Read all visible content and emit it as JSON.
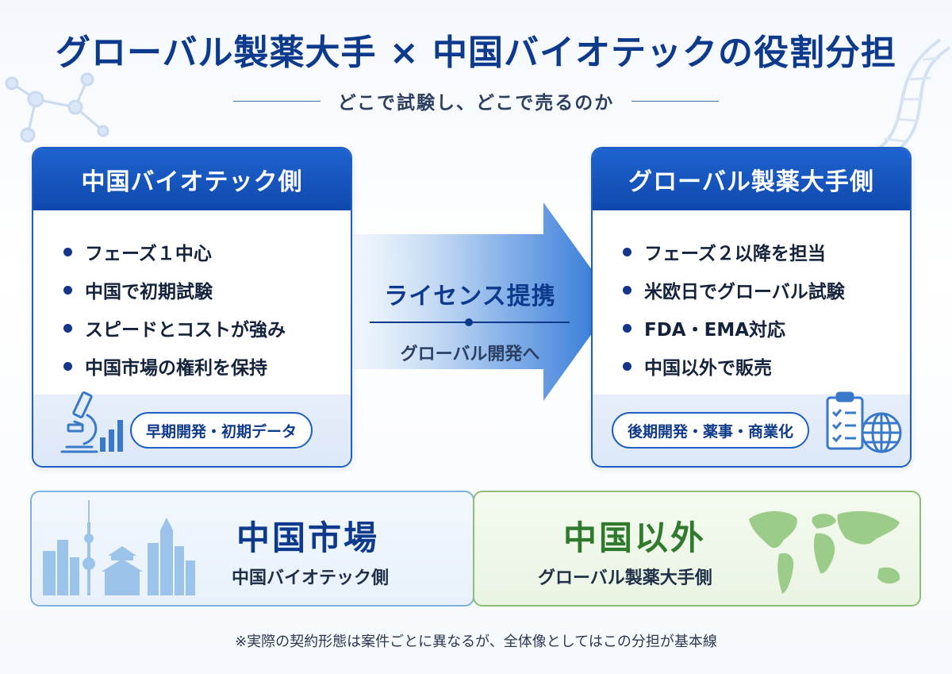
{
  "title": "グローバル製薬大手 × 中国バイオテックの役割分担",
  "subtitle": "どこで試験し、どこで売るのか",
  "left_panel": {
    "heading": "中国バイオテック側",
    "items": [
      "フェーズ１中心",
      "中国で初期試験",
      "スピードとコストが強み",
      "中国市場の権利を保持"
    ],
    "tag": "早期開発・初期データ",
    "icons": [
      "microscope-icon",
      "bar-chart-icon"
    ]
  },
  "right_panel": {
    "heading": "グローバル製薬大手側",
    "items": [
      "フェーズ２以降を担当",
      "米欧日でグローバル試験",
      "FDA・EMA対応",
      "中国以外で販売"
    ],
    "tag": "後期開発・薬事・商業化",
    "icons": [
      "clipboard-checklist-icon",
      "globe-icon"
    ]
  },
  "arrow": {
    "label": "ライセンス提携",
    "sub": "グローバル開発へ"
  },
  "markets": {
    "china": {
      "title": "中国市場",
      "sub": "中国バイオテック側",
      "icon": "city-skyline-icon"
    },
    "global": {
      "title": "中国以外",
      "sub": "グローバル製薬大手側",
      "icon": "world-map-icon"
    }
  },
  "footnote": "※実際の契約形態は案件ごとに異なるが、全体像としてはこの分担が基本線",
  "colors": {
    "navy": "#0d3a8c",
    "blue": "#1f5fc4",
    "green": "#2f7a2c",
    "light_blue": "#7fb2e0",
    "light_green": "#8dbd77"
  }
}
